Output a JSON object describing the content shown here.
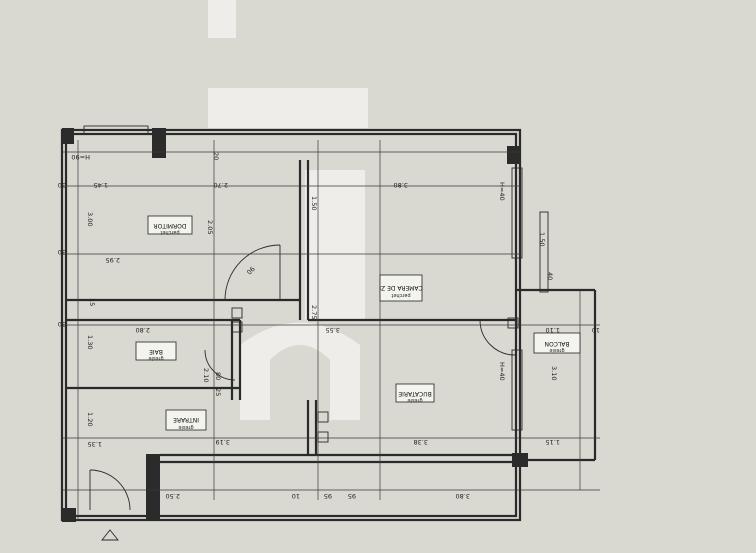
{
  "rooms": [
    {
      "name": "DORMITOR",
      "floor": "parchet"
    },
    {
      "name": "CAMERA DE ZI",
      "floor": "parchet"
    },
    {
      "name": "BALCON",
      "floor": "gresie"
    },
    {
      "name": "BUCATARIE",
      "floor": "gresie"
    },
    {
      "name": "INTRARE",
      "floor": "gresie"
    },
    {
      "name": "BAIE",
      "floor": "gresie"
    }
  ],
  "dimensions": {
    "top_row": [
      "1.45",
      "2.70",
      "3.80"
    ],
    "outer_top": [
      "30",
      "30",
      "30"
    ],
    "bottom_row": [
      "2.50",
      "95",
      "95",
      "10",
      "3.80"
    ],
    "left_column": [
      "3.00",
      "2.95",
      "1.30",
      "1.20",
      "1.35"
    ],
    "misc": [
      "2.05",
      "2.80",
      "2.75",
      "1.50",
      "3.55",
      "3.19",
      "3.38",
      "1.10",
      "1.15",
      "3.10",
      "1.50",
      "40",
      "15",
      "20",
      "25",
      "2.10",
      "80",
      "90",
      "H=90",
      "H=40",
      "H=40",
      "10"
    ]
  },
  "colors": {
    "paper": "#d9d8d1",
    "ink": "#2a2a2a"
  }
}
